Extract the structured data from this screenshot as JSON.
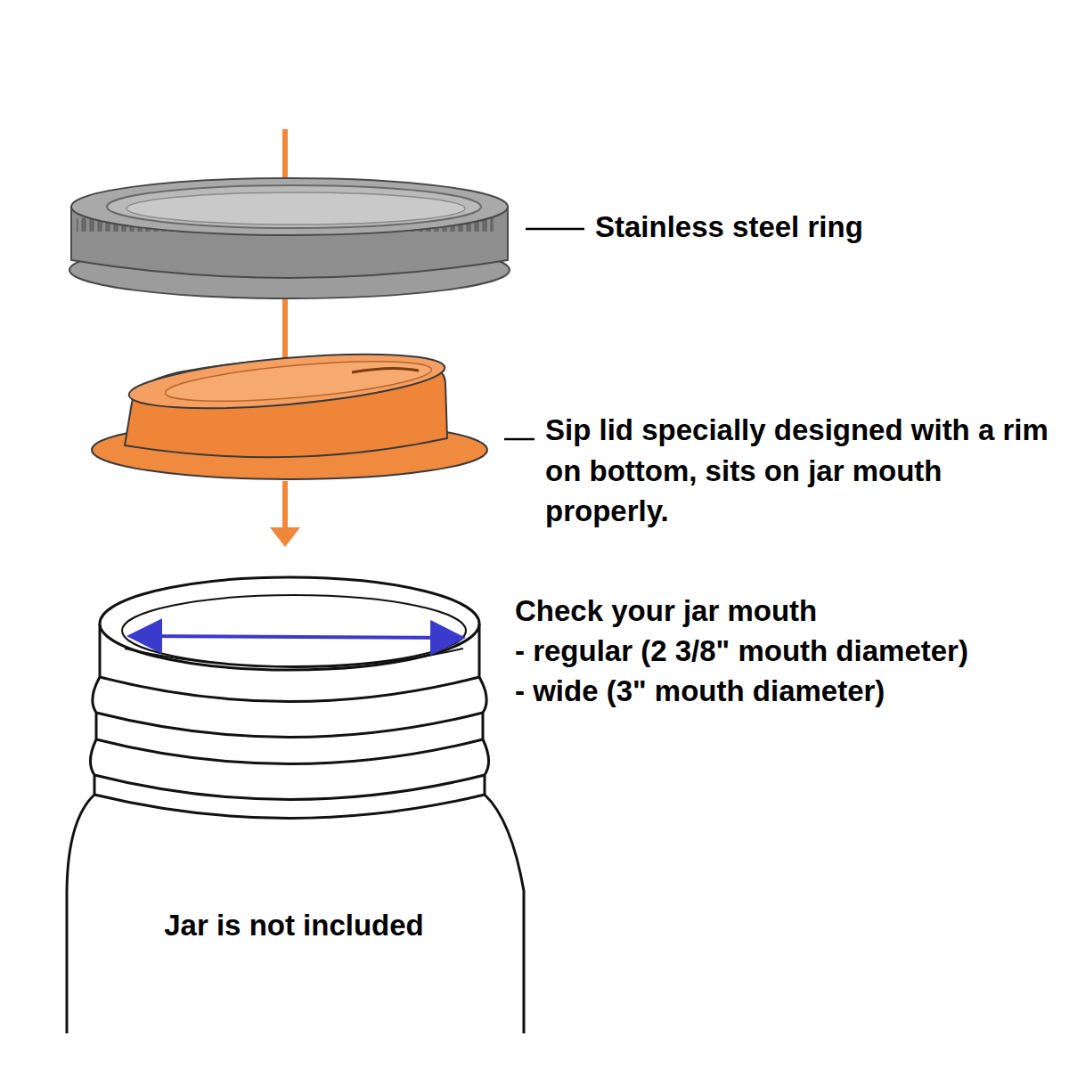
{
  "diagram": {
    "labels": [
      "Stainless steel ring",
      "Sip lid specially designed with a rim on bottom, sits on jar mouth properly.",
      "Check your jar mouth",
      "- regular (2 3/8\" mouth diameter)",
      "- wide (3\" mouth diameter)",
      "Jar is not included"
    ]
  }
}
